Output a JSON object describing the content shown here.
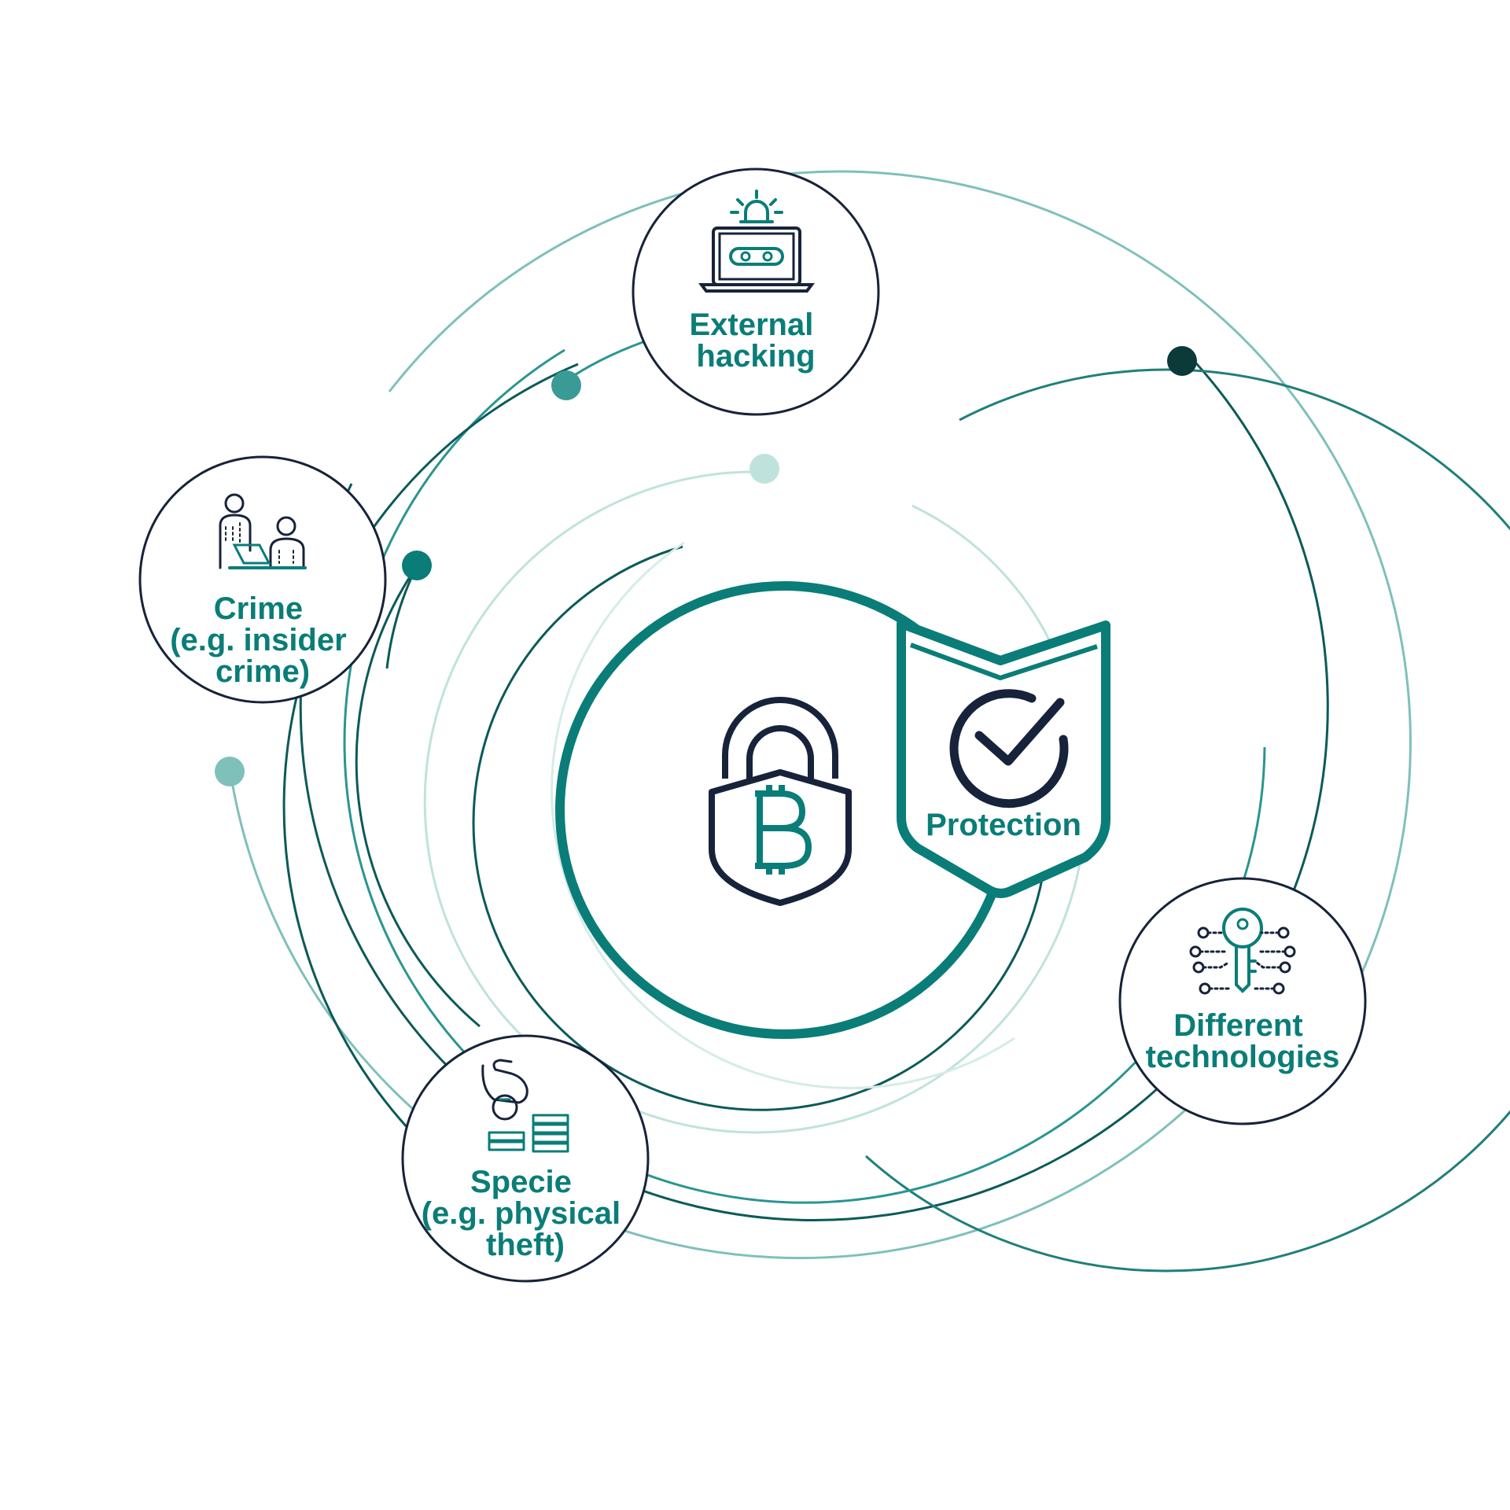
{
  "colors": {
    "teal": "#0a7d78",
    "dark_teal": "#0b5a59",
    "mid_teal": "#2a9590",
    "light_teal": "#7fc0ba",
    "pale_teal": "#bfe3dc",
    "navy": "#16233a",
    "very_dark": "#0b3a38",
    "background": "#ffffff"
  },
  "center": {
    "label": "Protection",
    "lock_icon": "bitcoin-padlock-icon",
    "shield_icon": "shield-checkmark-icon"
  },
  "nodes": [
    {
      "id": "external-hacking",
      "lines": [
        "External",
        "hacking"
      ],
      "icon": "hacker-laptop-alarm-icon"
    },
    {
      "id": "crime",
      "lines": [
        "Crime",
        "(e.g. insider",
        "crime)"
      ],
      "icon": "insider-people-laptop-icon"
    },
    {
      "id": "specie",
      "lines": [
        "Specie",
        "(e.g. physical",
        "theft)"
      ],
      "icon": "hand-coin-stacks-icon"
    },
    {
      "id": "different-technologies",
      "lines": [
        "Different",
        "technologies"
      ],
      "icon": "key-circuit-icon"
    }
  ]
}
